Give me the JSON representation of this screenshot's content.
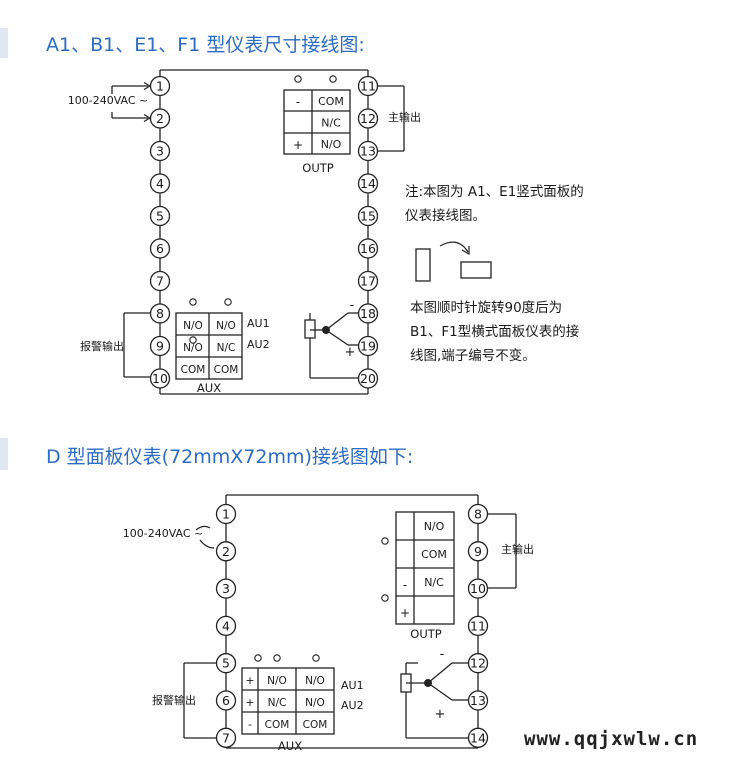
{
  "diagram1": {
    "title": "A1、B1、E1、F1 型仪表尺寸接线图:",
    "power_label": "100-240VAC ~",
    "left_terminals": [
      "1",
      "2",
      "3",
      "4",
      "5",
      "6",
      "7",
      "8",
      "9",
      "10"
    ],
    "right_terminals": [
      "11",
      "12",
      "13",
      "14",
      "15",
      "16",
      "17",
      "18",
      "19",
      "20"
    ],
    "main_output_label": "主输出",
    "alarm_output_label": "报警输出",
    "outp": {
      "label": "OUTP",
      "rows": [
        {
          "sign": "-",
          "value": "COM"
        },
        {
          "sign": "",
          "value": "N/C"
        },
        {
          "sign": "+",
          "value": "N/O"
        }
      ]
    },
    "aux": {
      "label": "AUX",
      "rows": [
        [
          "N/O",
          "N/O"
        ],
        [
          "N/O",
          "N/C"
        ],
        [
          "COM",
          "COM"
        ]
      ],
      "au1": "AU1",
      "au2": "AU2"
    },
    "sensor_minus": "-",
    "sensor_plus": "+",
    "note1": "注:本图为 A1、E1竖式面板的仪表接线图。",
    "note2": "本图顺时针旋转90度后为 B1、F1型横式面板仪表的接线图,端子编号不变。"
  },
  "diagram2": {
    "title": "D 型面板仪表(72mmX72mm)接线图如下:",
    "power_label": "100-240VAC ~",
    "left_terminals": [
      "1",
      "2",
      "3",
      "4",
      "5",
      "6",
      "7"
    ],
    "right_terminals": [
      "8",
      "9",
      "10",
      "11",
      "12",
      "13",
      "14"
    ],
    "main_output_label": "主输出",
    "alarm_output_label": "报警输出",
    "outp": {
      "label": "OUTP",
      "rows": [
        {
          "sign": "",
          "value": "N/O"
        },
        {
          "sign": "",
          "value": "COM"
        },
        {
          "sign": "-",
          "value": "N/C"
        },
        {
          "sign": "+",
          "value": ""
        }
      ]
    },
    "aux": {
      "label": "AUX",
      "rows": [
        {
          "sign": "+",
          "cells": [
            "N/O",
            "N/O"
          ]
        },
        {
          "sign": "+",
          "cells": [
            "N/C",
            "N/O"
          ]
        },
        {
          "sign": "-",
          "cells": [
            "COM",
            "COM"
          ]
        }
      ],
      "au1": "AU1",
      "au2": "AU2"
    },
    "sensor_minus": "-",
    "sensor_plus": "+"
  },
  "watermark": "www.qqjxwlw.cn"
}
